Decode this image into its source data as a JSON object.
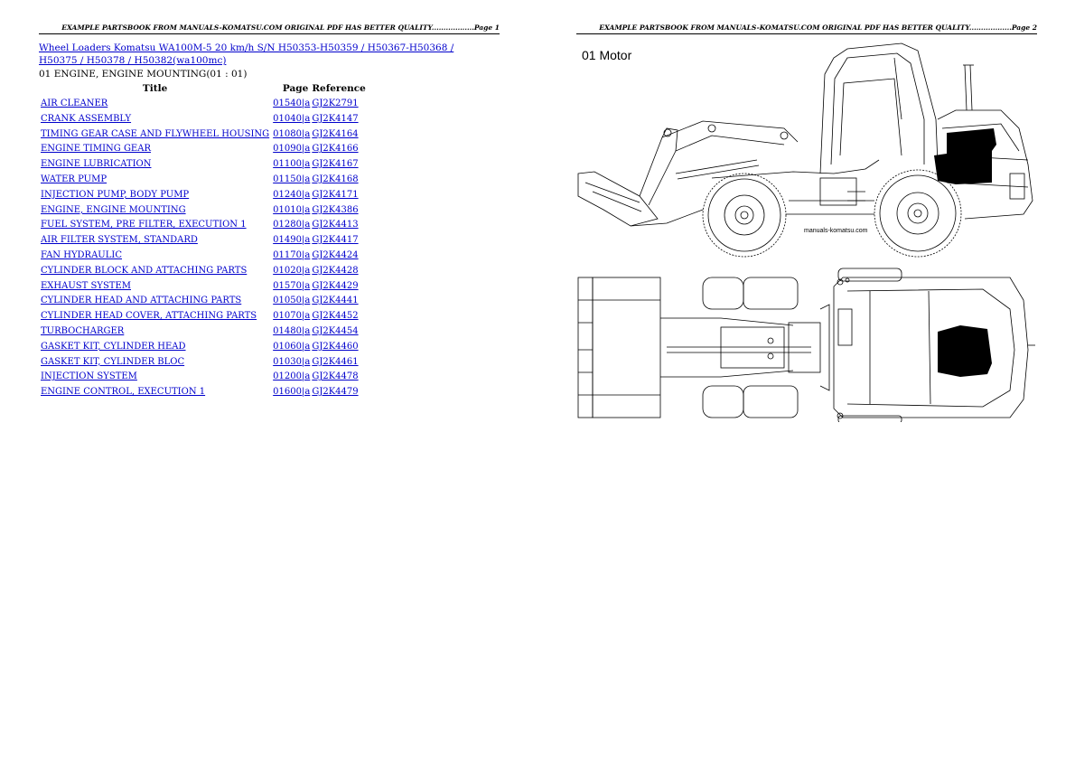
{
  "page1": {
    "header": "EXAMPLE PARTSBOOK FROM MANUALS-KOMATSU.COM ORIGINAL PDF HAS BETTER QUALITY..................Page 1",
    "model_link": "Wheel Loaders Komatsu WA100M-5 20 km/h S/N H50353-H50359 / H50367-H50368 / H50375 / H50378 / H50382(wa100mc)",
    "section_title": "01 ENGINE, ENGINE MOUNTING(01 : 01)",
    "columns": {
      "title": "Title",
      "page": "Page",
      "reference": "Reference"
    },
    "rows": [
      {
        "title": "AIR CLEANER",
        "page": "01540|a",
        "reference": "GJ2K2791"
      },
      {
        "title": "CRANK ASSEMBLY",
        "page": "01040|a",
        "reference": "GJ2K4147"
      },
      {
        "title": "TIMING GEAR CASE AND FLYWHEEL HOUSING",
        "page": "01080|a",
        "reference": "GJ2K4164"
      },
      {
        "title": "ENGINE TIMING GEAR",
        "page": "01090|a",
        "reference": "GJ2K4166"
      },
      {
        "title": "ENGINE LUBRICATION",
        "page": "01100|a",
        "reference": "GJ2K4167"
      },
      {
        "title": "WATER PUMP",
        "page": "01150|a",
        "reference": "GJ2K4168"
      },
      {
        "title": "INJECTION PUMP, BODY PUMP",
        "page": "01240|a",
        "reference": "GJ2K4171"
      },
      {
        "title": "ENGINE, ENGINE MOUNTING",
        "page": "01010|a",
        "reference": "GJ2K4386"
      },
      {
        "title": "FUEL SYSTEM, PRE FILTER, EXECUTION 1",
        "page": "01280|a",
        "reference": "GJ2K4413"
      },
      {
        "title": "AIR FILTER SYSTEM, STANDARD",
        "page": "01490|a",
        "reference": "GJ2K4417"
      },
      {
        "title": "FAN HYDRAULIC",
        "page": "01170|a",
        "reference": "GJ2K4424"
      },
      {
        "title": "CYLINDER BLOCK AND ATTACHING PARTS",
        "page": "01020|a",
        "reference": "GJ2K4428"
      },
      {
        "title": "EXHAUST SYSTEM",
        "page": "01570|a",
        "reference": "GJ2K4429"
      },
      {
        "title": "CYLINDER HEAD AND ATTACHING PARTS",
        "page": "01050|a",
        "reference": "GJ2K4441"
      },
      {
        "title": "CYLINDER HEAD COVER, ATTACHING PARTS",
        "page": "01070|a",
        "reference": "GJ2K4452"
      },
      {
        "title": "TURBOCHARGER",
        "page": "01480|a",
        "reference": "GJ2K4454"
      },
      {
        "title": "GASKET KIT, CYLINDER HEAD",
        "page": "01060|a",
        "reference": "GJ2K4460"
      },
      {
        "title": "GASKET KIT, CYLINDER BLOC",
        "page": "01030|a",
        "reference": "GJ2K4461"
      },
      {
        "title": "INJECTION SYSTEM",
        "page": "01200|a",
        "reference": "GJ2K4478"
      },
      {
        "title": "ENGINE CONTROL, EXECUTION 1",
        "page": "01600|a",
        "reference": "GJ2K4479"
      }
    ]
  },
  "page2": {
    "header": "EXAMPLE PARTSBOOK FROM MANUALS-KOMATSU.COM ORIGINAL PDF HAS BETTER QUALITY..................Page 2",
    "drawing_label": "01 Motor",
    "watermark": "manuals-komatsu.com"
  },
  "colors": {
    "link": "#0000cc",
    "text": "#000000",
    "background": "#ffffff"
  }
}
